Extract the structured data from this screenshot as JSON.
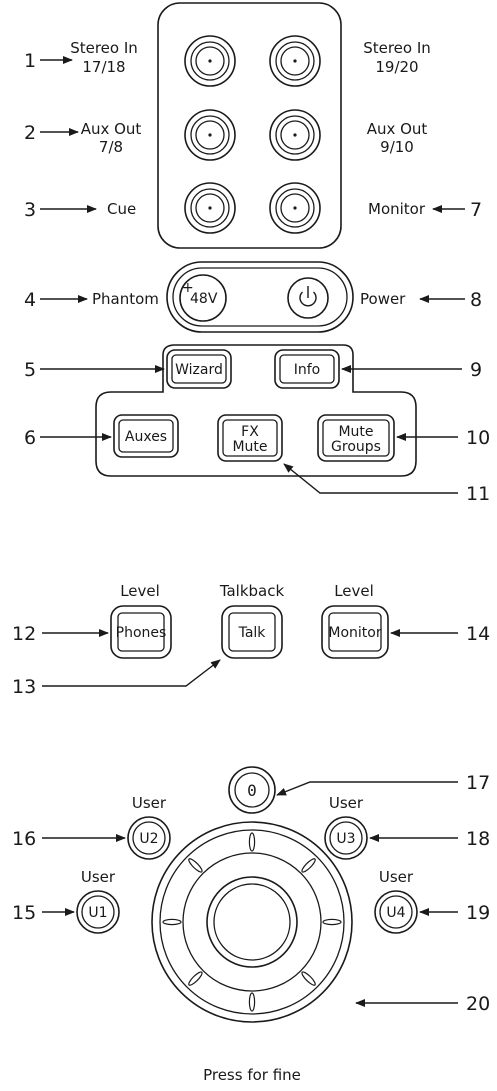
{
  "callouts": {
    "n1": "1",
    "n2": "2",
    "n3": "3",
    "n4": "4",
    "n5": "5",
    "n6": "6",
    "n7": "7",
    "n8": "8",
    "n9": "9",
    "n10": "10",
    "n11": "11",
    "n12": "12",
    "n13": "13",
    "n14": "14",
    "n15": "15",
    "n16": "16",
    "n17": "17",
    "n18": "18",
    "n19": "19",
    "n20": "20"
  },
  "io_labels": {
    "stereo_in_a_line1": "Stereo In",
    "stereo_in_a_line2": "17/18",
    "stereo_in_b_line1": "Stereo In",
    "stereo_in_b_line2": "19/20",
    "aux_out_a_line1": "Aux Out",
    "aux_out_a_line2": "7/8",
    "aux_out_b_line1": "Aux Out",
    "aux_out_b_line2": "9/10",
    "cue": "Cue",
    "monitor": "Monitor",
    "phantom": "Phantom",
    "power": "Power"
  },
  "buttons": {
    "phantom_48v": "48V",
    "phantom_plus": "+",
    "wizard": "Wizard",
    "info": "Info",
    "auxes": "Auxes",
    "fx_mute_line1": "FX",
    "fx_mute_line2": "Mute",
    "mute_groups_line1": "Mute",
    "mute_groups_line2": "Groups",
    "phones": "Phones",
    "talk": "Talk",
    "monitor": "Monitor",
    "zero": "0",
    "u1": "U1",
    "u2": "U2",
    "u3": "U3",
    "u4": "U4"
  },
  "captions": {
    "phones_level": "Level",
    "talkback": "Talkback",
    "monitor_level": "Level",
    "user_u1": "User",
    "user_u2": "User",
    "user_u3": "User",
    "user_u4": "User",
    "press_for_fine": "Press for fine"
  },
  "icons": {
    "power": "power-icon",
    "connector": "xlr-jack-icon",
    "encoder": "rotary-encoder-icon",
    "arrow": "callout-arrow-icon"
  },
  "colors": {
    "ink": "#1a1a1a",
    "background": "#ffffff"
  }
}
